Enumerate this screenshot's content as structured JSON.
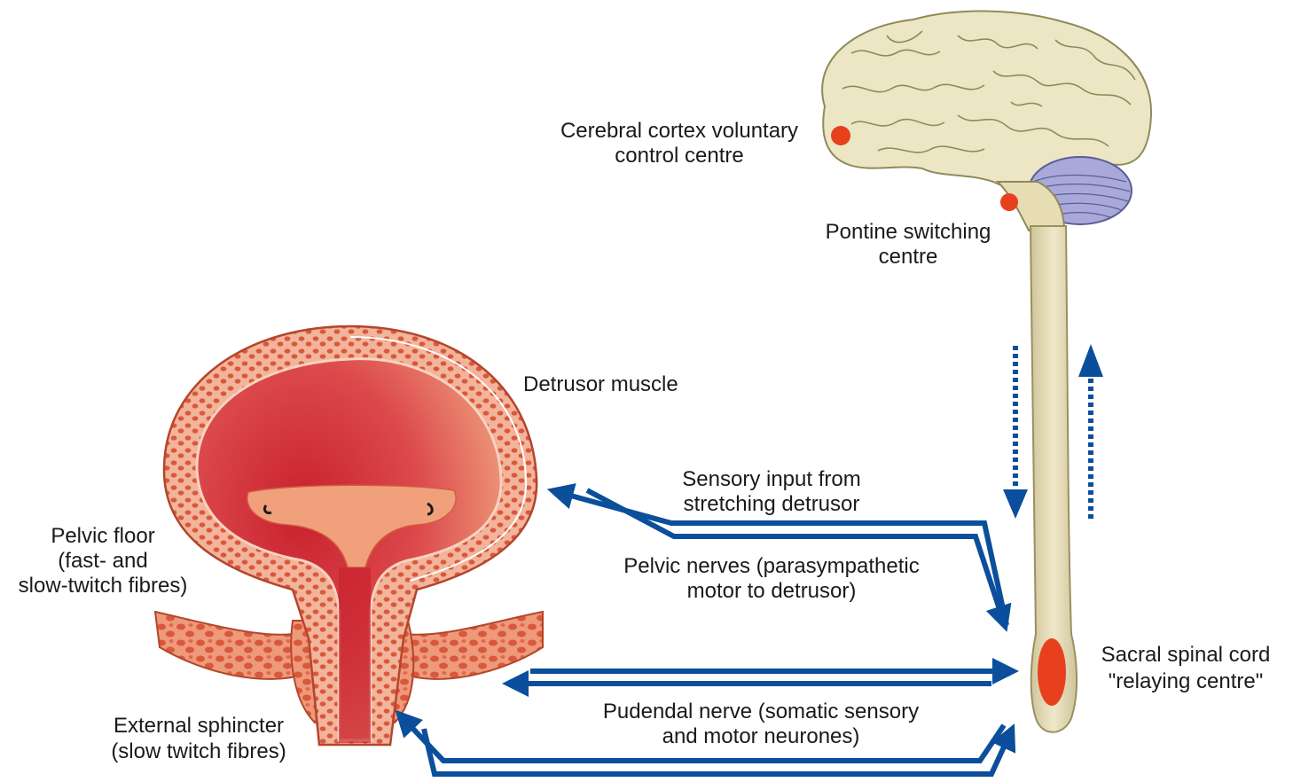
{
  "labels": {
    "cortex_line1": "Cerebral cortex voluntary",
    "cortex_line2": "control centre",
    "pontine_line1": "Pontine switching",
    "pontine_line2": "centre",
    "detrusor": "Detrusor muscle",
    "sensory_line1": "Sensory input from",
    "sensory_line2": "stretching detrusor",
    "pelvic_nerves_line1": "Pelvic nerves (parasympathetic",
    "pelvic_nerves_line2": "motor to detrusor)",
    "pelvic_floor_line1": "Pelvic floor",
    "pelvic_floor_line2": "(fast- and",
    "pelvic_floor_line3": "slow-twitch fibres)",
    "sacral_line1": "Sacral spinal cord",
    "sacral_line2": "\"relaying centre\"",
    "pudendal_line1": "Pudendal nerve (somatic sensory",
    "pudendal_line2": "and motor neurones)",
    "sphincter_line1": "External sphincter",
    "sphincter_line2": "(slow twitch fibres)"
  },
  "colors": {
    "nerve_arrow": "#0b4f9c",
    "brain": "#ece6c4",
    "cerebellum": "#a9a9d9",
    "spinal_cord": "#e6ddb4",
    "control_centre": "#e8401c",
    "bladder_wall": "#e8866a",
    "bladder_lumen": "#d8424e",
    "muscle": "#e87a5c"
  }
}
